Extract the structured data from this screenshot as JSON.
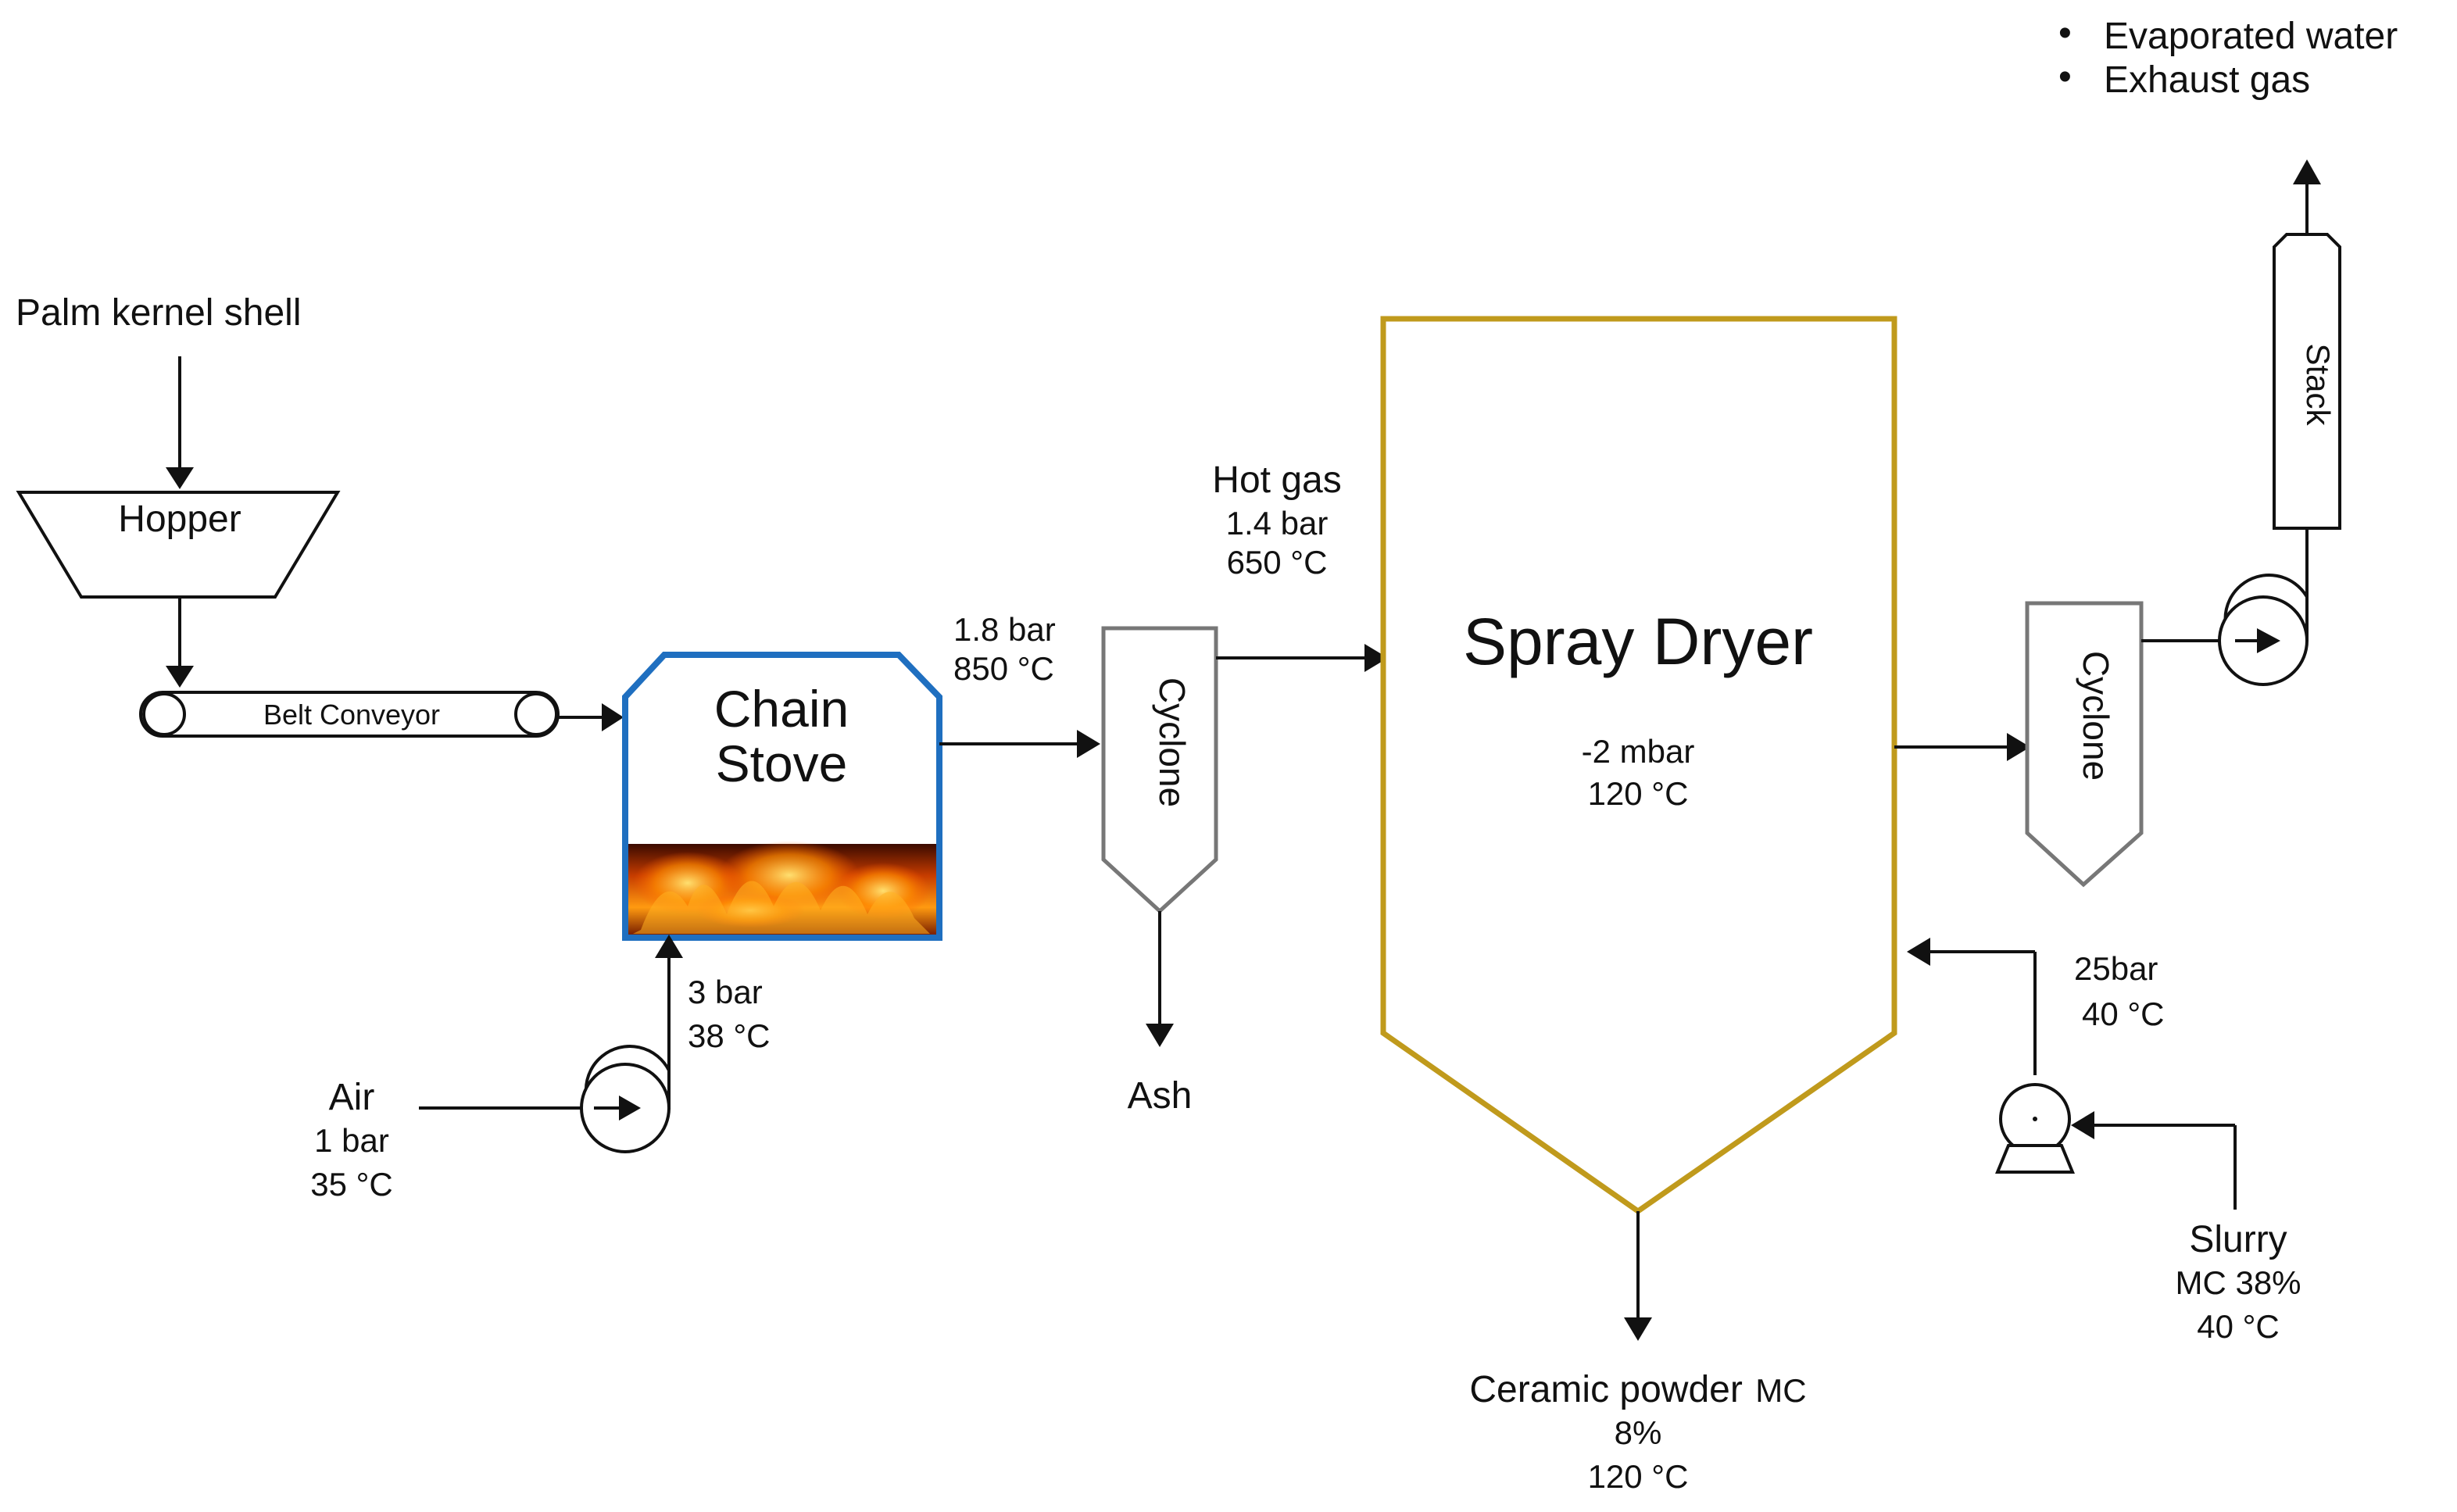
{
  "outputs": {
    "item1": "Evaporated water",
    "item2": "Exhaust gas",
    "bullet": "•"
  },
  "feed": {
    "label": "Palm kernel shell"
  },
  "hopper": {
    "label": "Hopper"
  },
  "conveyor": {
    "label": "Belt Conveyor"
  },
  "stove": {
    "line1": "Chain",
    "line2": "Stove"
  },
  "stove_outlet": {
    "pressure": "1.8 bar",
    "temperature": "850  °C"
  },
  "air": {
    "label": "Air",
    "pressure": "1 bar",
    "temperature": "35 °C"
  },
  "air_after_fan": {
    "pressure": "3 bar",
    "temperature": "38 °C"
  },
  "cyclone1": {
    "label": "Cyclone"
  },
  "ash": {
    "label": "Ash"
  },
  "hot_gas": {
    "label": "Hot gas",
    "pressure": "1.4 bar",
    "temperature": "650 °C"
  },
  "dryer": {
    "title": "Spray Dryer",
    "pressure": "-2 mbar",
    "temperature": "120 °C"
  },
  "product": {
    "label": "Ceramic powder",
    "mc_prefix": "MC",
    "mc_value": "8%",
    "temperature": "120 °C"
  },
  "cyclone2": {
    "label": "Cyclone"
  },
  "stack": {
    "label": "Stack"
  },
  "slurry_pump_outlet": {
    "pressure": "25bar",
    "temperature": "40 °C"
  },
  "slurry": {
    "label": "Slurry",
    "mc": "MC 38%",
    "temperature": "40 °C"
  },
  "colors": {
    "stove_border": "#1f6fc0",
    "dryer_border": "#c09a1c",
    "cyclone_border": "#777777",
    "line": "#111111",
    "flame_core": "#ffb020",
    "flame_dark": "#6a1e00"
  }
}
